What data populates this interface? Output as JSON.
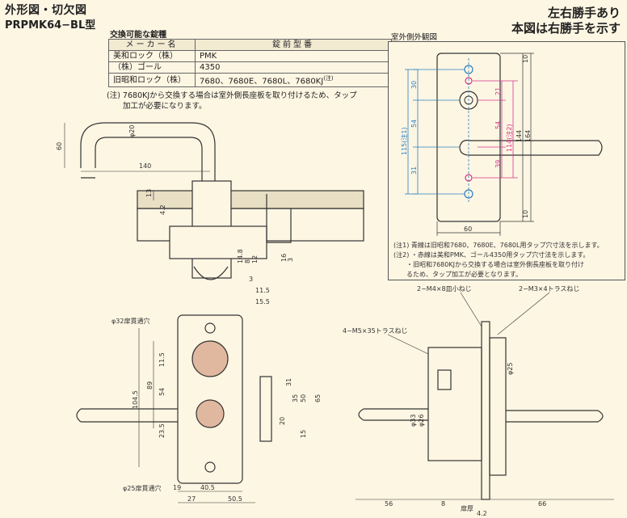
{
  "header": {
    "title": "外形図・切欠図",
    "model": "PRPMK64−BL型",
    "hand_note_1": "左右勝手あり",
    "hand_note_2": "本図は右勝手を示す"
  },
  "lock_table": {
    "caption": "交換可能な錠種",
    "headers": [
      "メーカー名",
      "錠前型番"
    ],
    "rows": [
      {
        "maker": "美和ロック（株）",
        "model": "PMK"
      },
      {
        "maker": "（株）ゴール",
        "model": "4350"
      },
      {
        "maker": "旧昭和ロック（株）",
        "model": "7680、7680E、7680L、7680KJ",
        "suffix": "(注)"
      }
    ],
    "note_line1": "(注) 7680KJから交換する場合は室外側長座板を取り付けるため、タップ",
    "note_line2": "加工が必要になります。"
  },
  "exterior_view": {
    "caption": "室外側外観図",
    "dims": {
      "d10a": "10",
      "d30": "30",
      "d54": "54",
      "d31": "31",
      "d115": "115(注1)",
      "d21": "21",
      "d54b": "54",
      "d39": "39",
      "d114": "114(注2)",
      "d144": "144",
      "d164": "164",
      "d10b": "10",
      "d60": "60"
    },
    "notes": [
      "(注1) 青線は旧昭和7680、7680E、7680L用タップ穴寸法を示します。",
      "(注2) ・赤線は美和PMK、ゴール4350用タップ穴寸法を示します。",
      "・旧昭和7680KJから交換する場合は室外側長座板を取り付け",
      "るため、タップ加工が必要となります。"
    ],
    "blue": "#2a7fc1",
    "red": "#d6338a"
  },
  "top_view": {
    "dims": {
      "d60": "60",
      "d20": "φ20",
      "d140": "140",
      "d13": "13",
      "d4_2": "4.2",
      "d14_8": "14.8",
      "d8": "8",
      "d12": "12",
      "d16": "16",
      "d3a": "3",
      "d3b": "3",
      "d11_5": "11.5",
      "d15_5": "15.5"
    }
  },
  "front_cutout": {
    "label_top": "φ32扉貫通穴",
    "label_bottom": "φ25扉貫通穴",
    "dims": {
      "d104_5": "104.5",
      "d11_5": "11.5",
      "d54": "54",
      "d89": "89",
      "d23_5": "23.5",
      "d31": "31",
      "d35": "35",
      "d50": "50",
      "d65": "65",
      "d20": "20",
      "d15": "15",
      "d19": "19",
      "d40_5": "40.5",
      "d27": "27",
      "d50_5": "50.5"
    }
  },
  "side_view": {
    "screw1": "2−M4×8皿小ねじ",
    "screw2": "2−M3×4トラスねじ",
    "screw3": "4−M5×35トラスねじ",
    "dims": {
      "d25": "φ25",
      "d33": "φ33",
      "d26": "φ26",
      "d56": "56",
      "d8": "8",
      "door": "扉厚",
      "d66": "66",
      "d4_2": "4.2"
    }
  }
}
